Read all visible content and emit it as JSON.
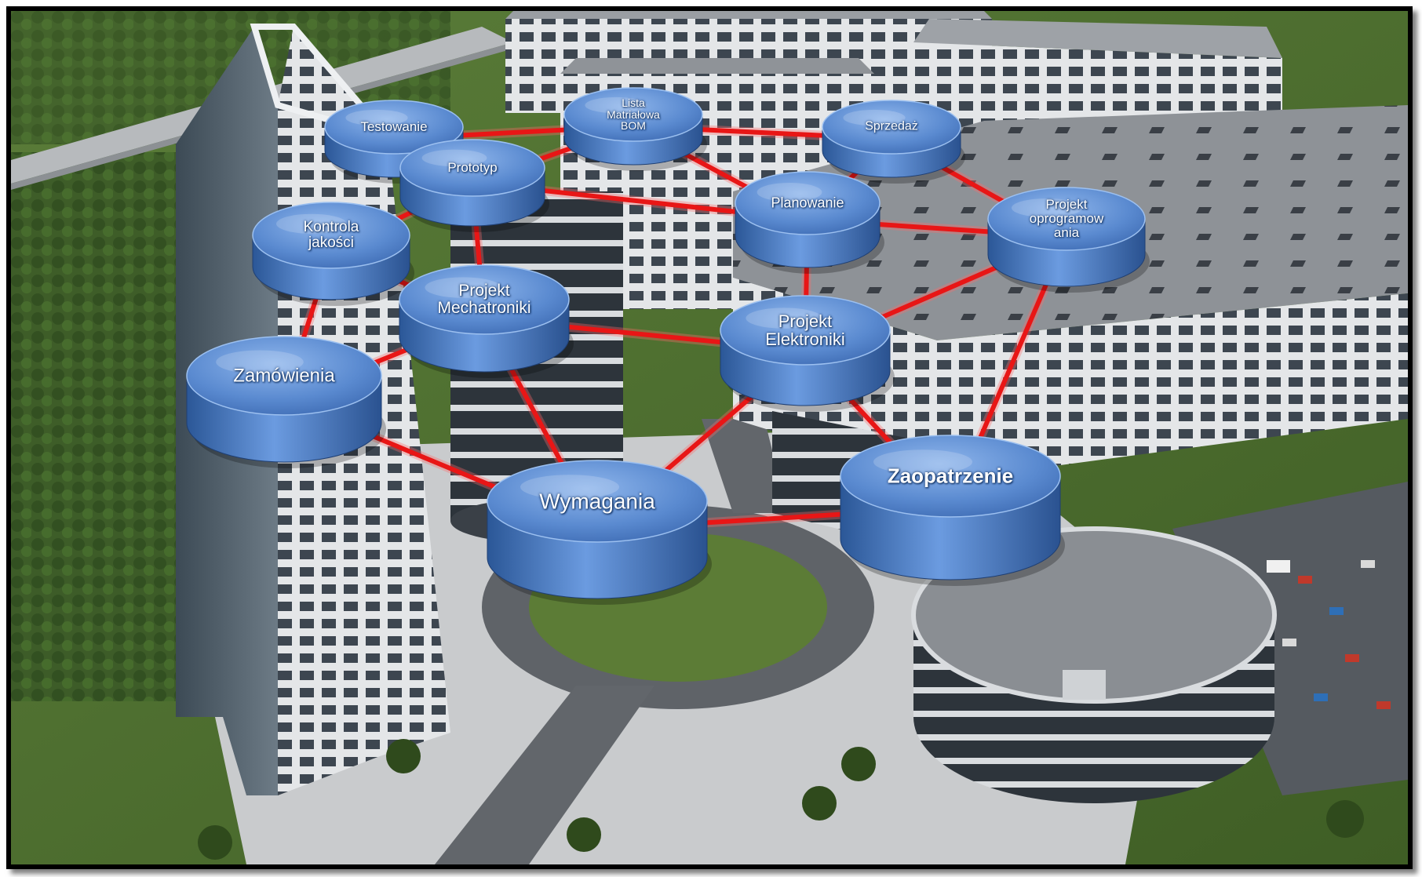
{
  "nodes": [
    {
      "id": "testowanie",
      "lines": [
        "Testowanie"
      ],
      "bold": false
    },
    {
      "id": "lista",
      "lines": [
        "Lista",
        "Matriałowa",
        "BOM"
      ],
      "bold": false
    },
    {
      "id": "sprzedaz",
      "lines": [
        "Sprzedaż"
      ],
      "bold": false
    },
    {
      "id": "prototyp",
      "lines": [
        "Prototyp"
      ],
      "bold": false
    },
    {
      "id": "planowanie",
      "lines": [
        "Planowanie"
      ],
      "bold": false
    },
    {
      "id": "projekt-oprogramowania",
      "lines": [
        "Projekt",
        "oprogramow",
        "ania"
      ],
      "bold": false
    },
    {
      "id": "kontrola",
      "lines": [
        "Kontrola",
        "jakości"
      ],
      "bold": false
    },
    {
      "id": "mechatronika",
      "lines": [
        "Projekt",
        "Mechatroniki"
      ],
      "bold": false
    },
    {
      "id": "elektronika",
      "lines": [
        "Projekt",
        "Elektroniki"
      ],
      "bold": false
    },
    {
      "id": "zamowienia",
      "lines": [
        "Zamówienia"
      ],
      "bold": false
    },
    {
      "id": "wymagania",
      "lines": [
        "Wymagania"
      ],
      "bold": false
    },
    {
      "id": "zaopatrzenie",
      "lines": [
        "Zaopatrzenie"
      ],
      "bold": true
    }
  ],
  "edges": [
    [
      "testowanie",
      "lista"
    ],
    [
      "prototyp",
      "lista"
    ],
    [
      "lista",
      "sprzedaz"
    ],
    [
      "lista",
      "planowanie"
    ],
    [
      "sprzedaz",
      "planowanie"
    ],
    [
      "sprzedaz",
      "projekt-oprogramowania"
    ],
    [
      "prototyp",
      "planowanie"
    ],
    [
      "planowanie",
      "projekt-oprogramowania"
    ],
    [
      "prototyp",
      "kontrola"
    ],
    [
      "prototyp",
      "mechatronika"
    ],
    [
      "kontrola",
      "mechatronika"
    ],
    [
      "kontrola",
      "zamowienia"
    ],
    [
      "mechatronika",
      "zamowienia"
    ],
    [
      "mechatronika",
      "elektronika"
    ],
    [
      "mechatronika",
      "wymagania"
    ],
    [
      "planowanie",
      "elektronika"
    ],
    [
      "projekt-oprogramowania",
      "elektronika"
    ],
    [
      "projekt-oprogramowania",
      "zaopatrzenie"
    ],
    [
      "elektronika",
      "wymagania"
    ],
    [
      "elektronika",
      "zaopatrzenie"
    ],
    [
      "zamowienia",
      "wymagania"
    ],
    [
      "wymagania",
      "zaopatrzenie"
    ]
  ],
  "colors": {
    "edge": "#e81616",
    "disk_top": "#5e8fd0",
    "disk_side": "#3e6fb6",
    "grass": "#4d6e2e",
    "roof": "#8d9196",
    "building": "#d7d9dc"
  }
}
